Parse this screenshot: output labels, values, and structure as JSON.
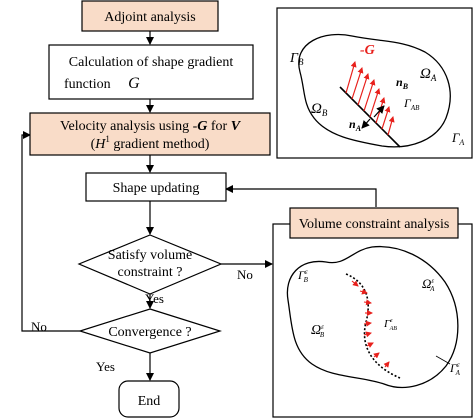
{
  "flowchart": {
    "adjoint": "Adjoint analysis",
    "gradient_line1": "Calculation of shape gradient",
    "gradient_line2_prefix": "function ",
    "gradient_line2_symbol": "G",
    "velocity_line1_prefix": "Velocity analysis using  -",
    "velocity_line1_symbol": "G",
    "velocity_line1_mid": "  for ",
    "velocity_line1_end": "V",
    "velocity_line2_open": "(",
    "velocity_line2_H": "H",
    "velocity_line2_sup": "1",
    "velocity_line2_rest": " gradient method)",
    "shape_updating": "Shape updating",
    "satisfy_line1": "Satisfy volume",
    "satisfy_line2": "constraint ?",
    "convergence": "Convergence ?",
    "end": "End",
    "label_yes_1": "Yes",
    "label_yes_2": "Yes",
    "label_no_1": "No",
    "label_no_2": "No",
    "volume_constraint": "Volume constraint analysis"
  },
  "panel_top": {
    "gamma_B": "Γ",
    "gamma_B_sub": "B",
    "omega_A": "Ω",
    "omega_A_sub": "A",
    "omega_B": "Ω",
    "omega_B_sub": "B",
    "G_label": "-G",
    "nB": "n",
    "nB_sub": "B",
    "nA": "n",
    "nA_sub": "A",
    "gamma_AB": "Γ",
    "gamma_AB_sub": "AB",
    "gamma_A": "Γ",
    "gamma_A_sub": "A"
  },
  "panel_bottom": {
    "gamma_B": "Γ",
    "gamma_B_sub": "B",
    "gamma_B_sup": "ε",
    "omega_A": "Ω",
    "omega_A_sub": "A",
    "omega_A_sup": "ε",
    "omega_B": "Ω",
    "omega_B_sub": "B",
    "omega_B_sup": "ε",
    "gamma_AB": "Γ",
    "gamma_AB_sub": "AB",
    "gamma_AB_sup": "ε",
    "gamma_A": "Γ",
    "gamma_A_sub": "A",
    "gamma_A_sup": "ε"
  },
  "colors": {
    "highlight_fill": "#f9dcc8",
    "arrow_red": "#e8201c",
    "line": "#000000"
  },
  "icons": [
    "arrow-down-icon",
    "arrow-left-icon",
    "arrow-right-icon"
  ]
}
